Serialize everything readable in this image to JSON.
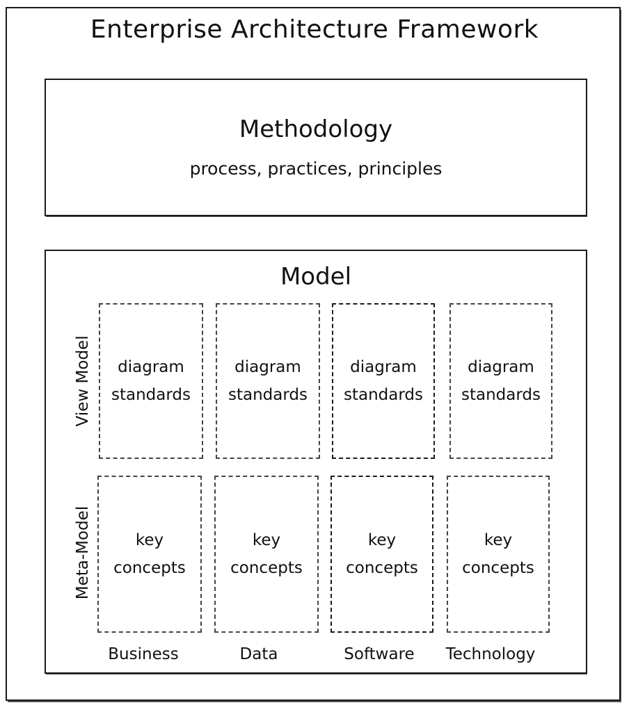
{
  "title": "Enterprise Architecture Framework",
  "methodology": {
    "title": "Methodology",
    "subtitle": "process, practices, principles"
  },
  "model": {
    "title": "Model",
    "rows": [
      "View Model",
      "Meta-Model"
    ],
    "columns": [
      "Business",
      "Data",
      "Software",
      "Technology"
    ],
    "view_cells": [
      {
        "line1": "diagram",
        "line2": "standards"
      },
      {
        "line1": "diagram",
        "line2": "standards"
      },
      {
        "line1": "diagram",
        "line2": "standards"
      },
      {
        "line1": "diagram",
        "line2": "standards"
      }
    ],
    "meta_cells": [
      {
        "line1": "key",
        "line2": "concepts"
      },
      {
        "line1": "key",
        "line2": "concepts"
      },
      {
        "line1": "key",
        "line2": "concepts"
      },
      {
        "line1": "key",
        "line2": "concepts"
      }
    ]
  }
}
